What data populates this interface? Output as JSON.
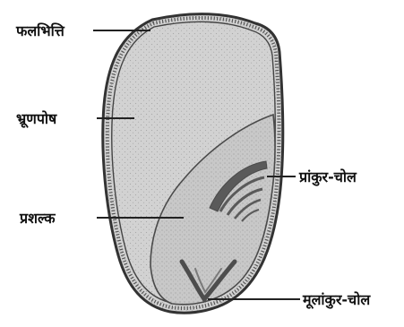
{
  "labels": {
    "pericarp": "फलभित्ति",
    "endosperm": "भ्रूणपोष",
    "scutellum": "प्रशल्क",
    "coleoptile": "प्रांकुर-चोल",
    "coleorhiza": "मूलांकुर-चोल"
  },
  "colors": {
    "outline": "#333333",
    "seed_fill": "#d4d4d4",
    "embryo_fill": "#c9c9c9",
    "shoot": "#555555",
    "background": "#ffffff"
  }
}
